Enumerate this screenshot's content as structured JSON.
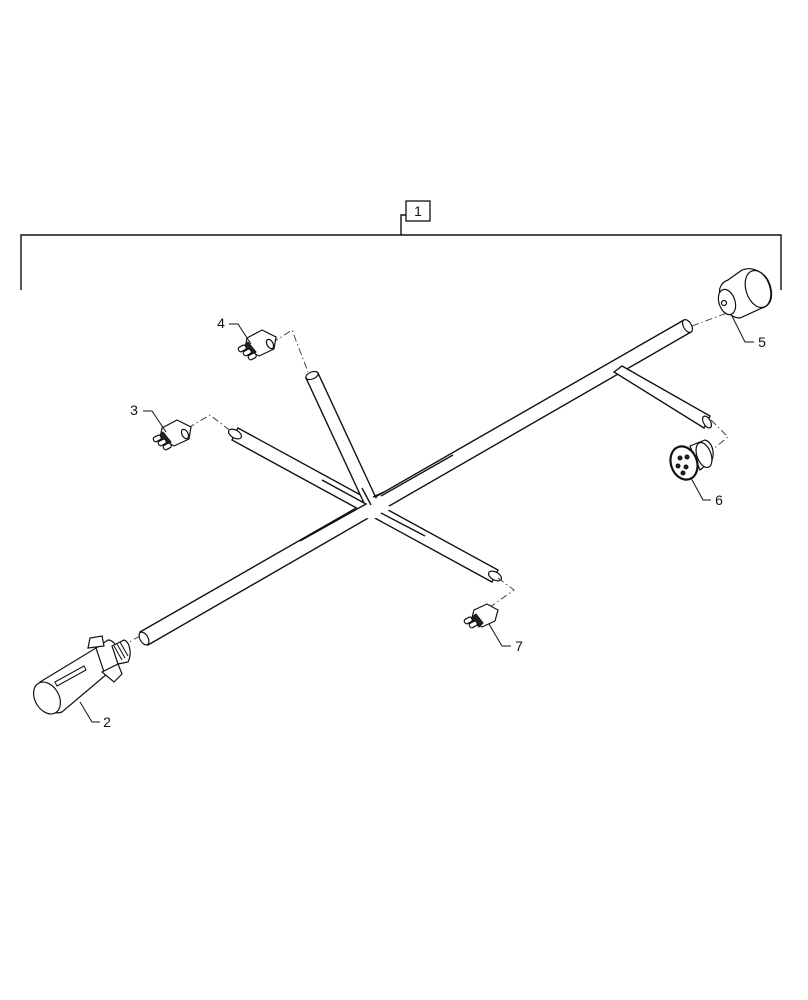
{
  "diagram": {
    "type": "exploded parts view",
    "subject": "wiring harness",
    "assembly_callout": {
      "label": "1"
    },
    "callouts": [
      {
        "id": "2",
        "label": "2",
        "part": "7-pin trailer plug connector"
      },
      {
        "id": "3",
        "label": "3",
        "part": "3-way connector"
      },
      {
        "id": "4",
        "label": "4",
        "part": "3-way connector"
      },
      {
        "id": "5",
        "label": "5",
        "part": "round connector"
      },
      {
        "id": "6",
        "label": "6",
        "part": "multi-pin round connector"
      },
      {
        "id": "7",
        "label": "7",
        "part": "2-way connector"
      }
    ],
    "colors": {
      "line": "#111111",
      "background": "#ffffff"
    }
  }
}
